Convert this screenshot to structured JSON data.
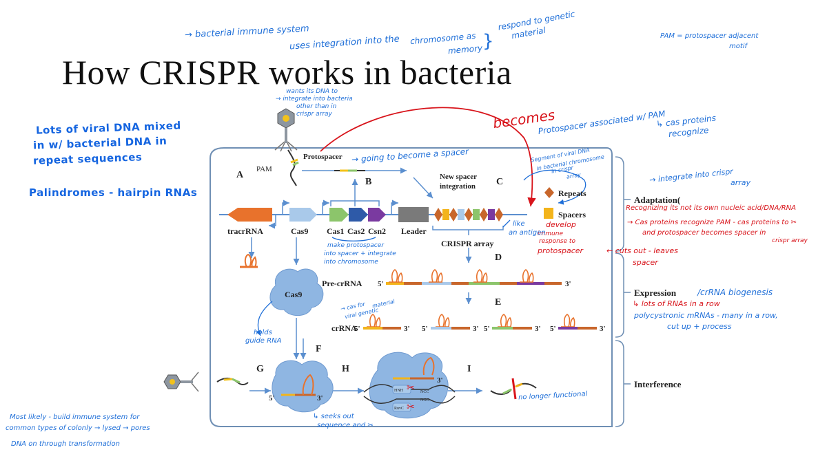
{
  "title": "How CRISPR works in bacteria",
  "diagram": {
    "panel_letters": [
      "A",
      "B",
      "C",
      "D",
      "E",
      "F",
      "G",
      "H",
      "I"
    ],
    "labels": {
      "pam": "PAM",
      "protospacer": "Protospacer",
      "new_spacer": "New spacer",
      "integration": "integration",
      "repeats": "Repeats",
      "spacers": "Spacers",
      "tracr": "tracrRNA",
      "cas9": "Cas9",
      "cas1": "Cas1",
      "cas2": "Cas2",
      "csn2": "Csn2",
      "leader": "Leader",
      "crispr_array": "CRISPR array",
      "pre_crrna": "Pre-crRNA",
      "crrna": "crRNA",
      "cas9_blob": "Cas9",
      "five_prime": "5'",
      "three_prime": "3'",
      "hnh": "HNH",
      "ruvc": "RuvC",
      "ncc": "NCC",
      "ngg": "NGG"
    },
    "stages": {
      "adaptation": "Adaptation(",
      "expression": "Expression",
      "interference": "Interference"
    }
  },
  "notes": {
    "top1": "→ bacterial immune system",
    "top2": "uses integration into the",
    "top3": "chromosome as",
    "top4": "memory",
    "top5": "respond to genetic",
    "top6": "material",
    "pam_def1": "PAM = protospacer adjacent",
    "pam_def2": "motif",
    "phage1": "wants its DNA to",
    "phage2": "→ integrate into bacteria",
    "phage3": "other than in",
    "phage4": "crispr array",
    "left_big1": "Lots of viral DNA mixed",
    "left_big2": "in w/ bacterial DNA in",
    "left_big3": "repeat sequences",
    "left_big4": "Palindromes - hairpin RNAs",
    "becomes": "becomes",
    "proto_assoc": "Protospacer associated w/ PAM",
    "cas_recognize1": "↳ cas proteins",
    "cas_recognize2": "recognize",
    "going_spacer": "→ going to become a spacer",
    "segment1": "Segment of viral DNA",
    "segment2": "in bacterial chromosome",
    "segment3": "in crispr",
    "segment4": "array",
    "integrate_crispr1": "→ integrate into crispr",
    "integrate_crispr2": "array",
    "recognizing": "Recognizing its not its own nucleic acid/DNA/RNA",
    "cas_proteins": "→ Cas proteins recognize PAM - cas proteins to ✂",
    "proto_becomes": "and protospacer becomes spacer in",
    "crispr_array_note": "crispr array",
    "develop1": "develop",
    "develop2": "immune",
    "develop3": "response to",
    "develop4": "protospacer",
    "cuts_out1": "← cuts out - leaves",
    "cuts_out2": "spacer",
    "like_antigen1": "like",
    "like_antigen2": "an antigen",
    "make_proto1": "make protospacer",
    "make_proto2": "into spacer + integrate",
    "make_proto3": "into chromosome",
    "crrna_bio": "/crRNA biogenesis",
    "lots_rnas": "↳ lots of RNAs in a row",
    "polycistronic1": "polycystronic mRNAs - many in a row,",
    "polycistronic2": "cut up + process",
    "cas_viral1": "→ cas for",
    "cas_viral2": "viral genetic",
    "cas_viral3": "material",
    "holds1": "holds",
    "holds2": "guide RNA",
    "seeks1": "↳ seeks out",
    "seeks2": "sequence and ✂",
    "no_longer": "no longer functional",
    "bottom1": "Most likely - build immune system for",
    "bottom2": "common types of colonly → lysed → pores",
    "bottom3": "DNA on through transformation"
  },
  "colors": {
    "handwriting_blue": "#1f6fd8",
    "handwriting_red": "#d8141b",
    "tracr": "#e8722c",
    "cas9_gene": "#a9c9ea",
    "cas1": "#8cc56b",
    "cas2": "#2e5aa8",
    "csn2": "#7a3aa0",
    "leader": "#7a7a7a",
    "repeat": "#c8662b",
    "spacer": "#f3b41b",
    "cloud": "#8fb6e2"
  }
}
